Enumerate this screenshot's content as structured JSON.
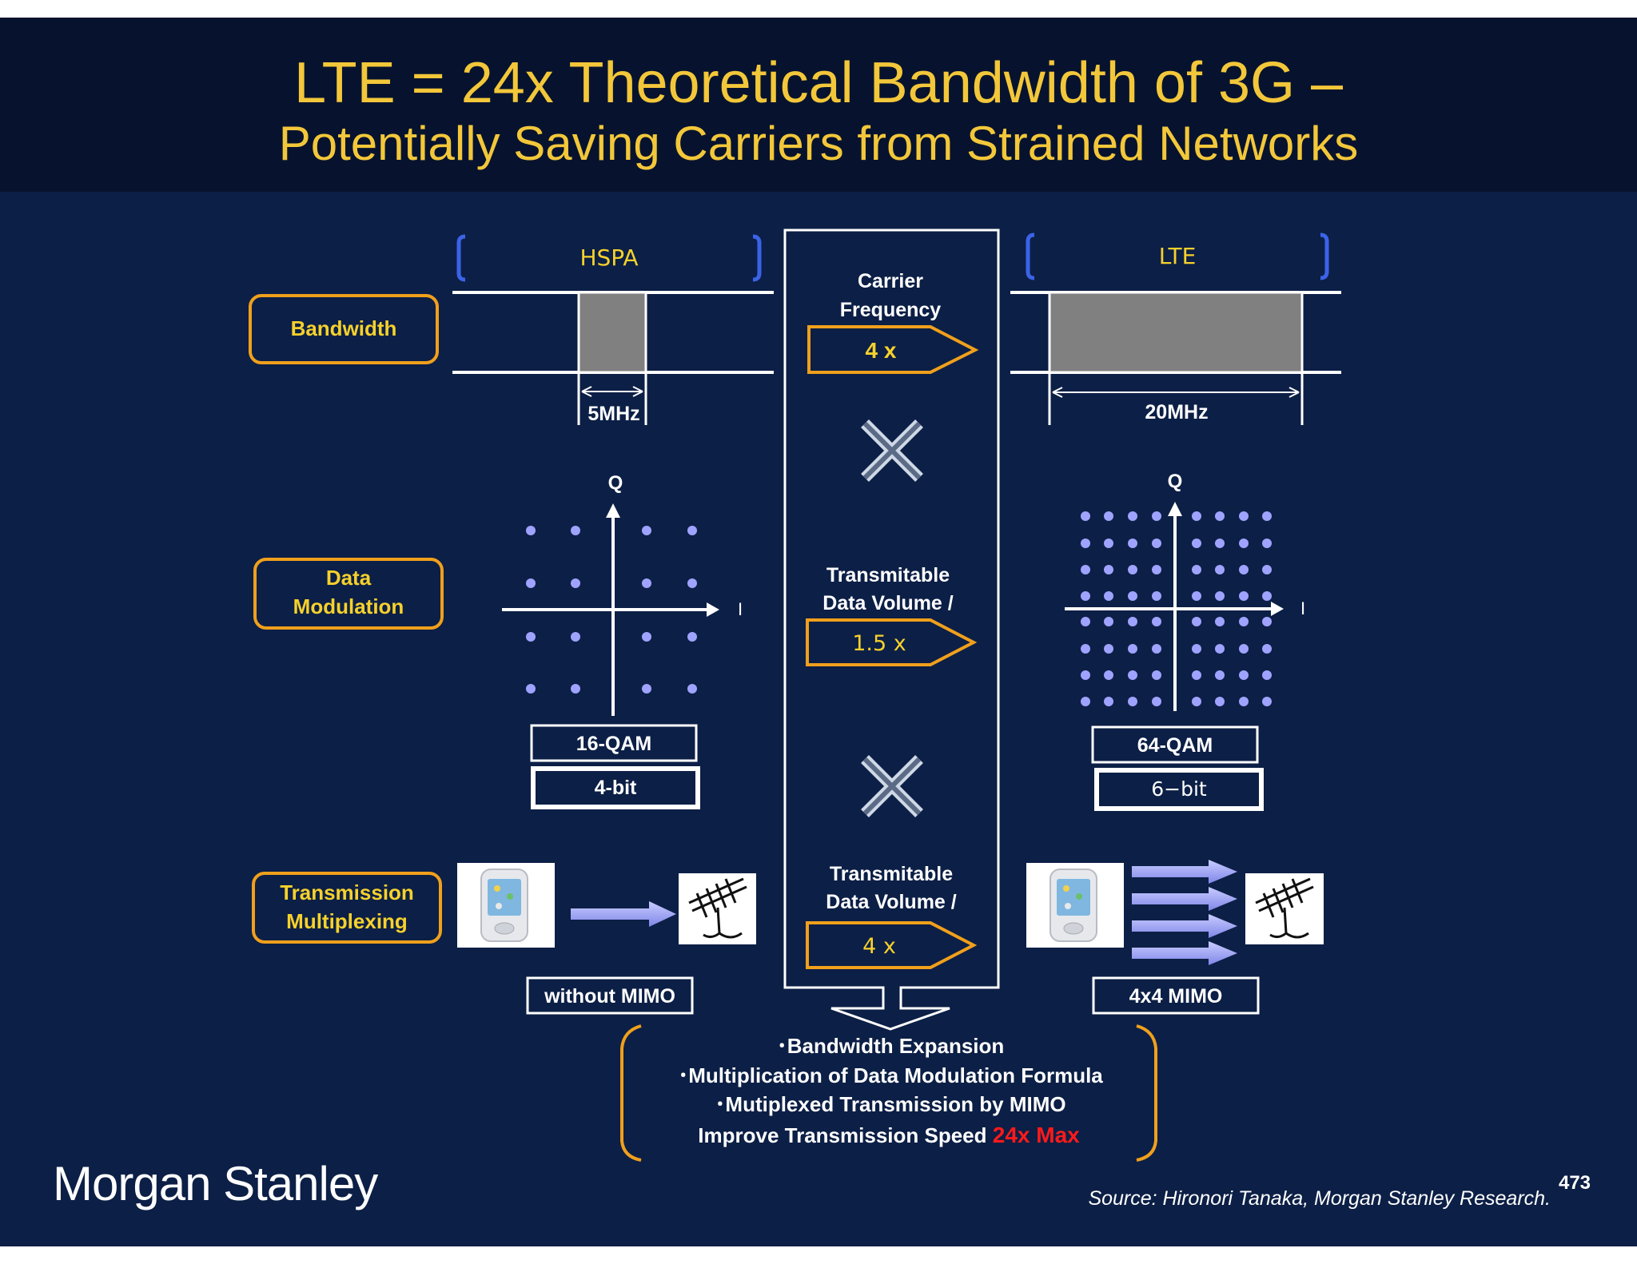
{
  "title": {
    "line1": "LTE = 24x Theoretical Bandwidth of 3G –",
    "line2": "Potentially Saving Carriers from Strained Networks"
  },
  "columns": {
    "left": "HSPA",
    "right": "LTE"
  },
  "rows": {
    "bandwidth": "Bandwidth",
    "modulation_line1": "Data",
    "modulation_line2": "Modulation",
    "multiplexing_line1": "Transmission",
    "multiplexing_line2": "Multiplexing"
  },
  "bandwidth": {
    "hspa_width": "5MHz",
    "lte_width": "20MHz"
  },
  "modulation": {
    "q_label": "Q",
    "i_label": "I",
    "hspa_scheme": "16-QAM",
    "hspa_bits": "4-bit",
    "lte_scheme": "64-QAM",
    "lte_bits": "6−bit"
  },
  "mimo": {
    "hspa_label": "without MIMO",
    "lte_label": "4x4 MIMO"
  },
  "center": {
    "carrier_line1": "Carrier",
    "carrier_line2": "Frequency",
    "carrier_factor": "4 x",
    "volume1_line1": "Transmitable",
    "volume1_line2": "Data Volume /",
    "volume1_factor": "1.5 x",
    "volume2_line1": "Transmitable",
    "volume2_line2": "Data Volume /",
    "volume2_factor": "4 x"
  },
  "summary": {
    "line1": "･Bandwidth Expansion",
    "line2": "･Multiplication of Data Modulation Formula",
    "line3": "･Mutiplexed Transmission by MIMO",
    "line4_prefix": "Improve Transmission Speed ",
    "line4_highlight": "24x Max"
  },
  "footer": {
    "brand": "Morgan Stanley",
    "source": "Source: Hironori Tanaka, Morgan Stanley Research.",
    "page_number": "473"
  },
  "colors": {
    "background": "#0c1f46",
    "title_bar": "#07132e",
    "title_text": "#f3c73a",
    "label_text": "#f6d12c",
    "orange": "#f0a01c",
    "blue_bracket": "#3b63e8",
    "gray_band": "#808080",
    "dot": "#9fa3ff",
    "highlight_red": "#ff1a1a"
  }
}
